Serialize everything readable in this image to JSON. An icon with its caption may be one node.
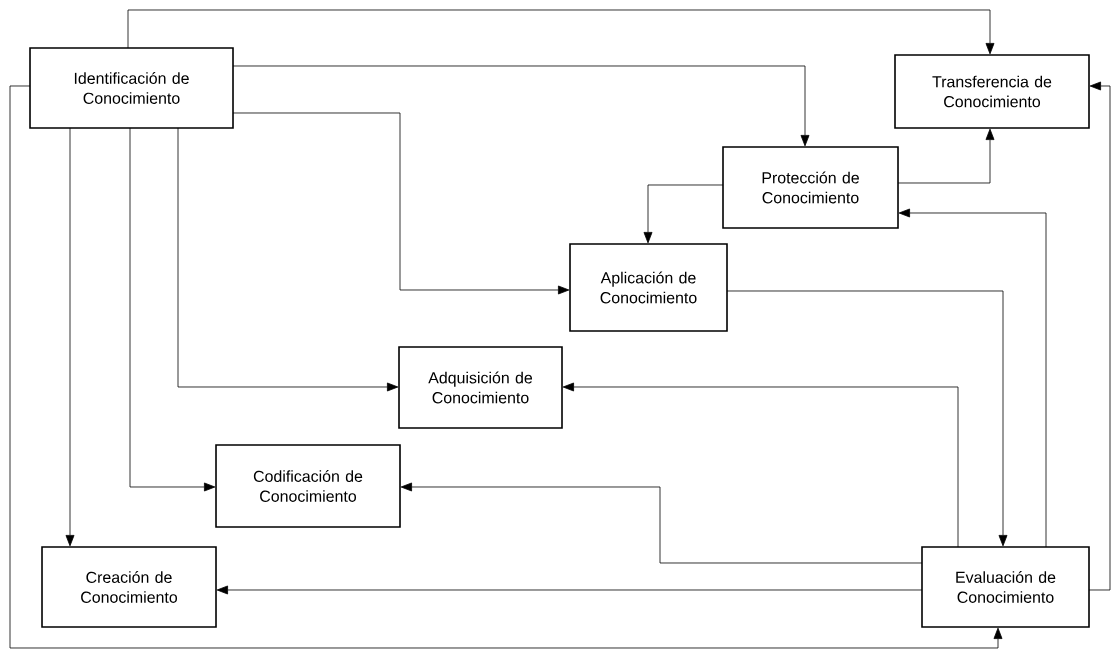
{
  "diagram": {
    "nodes": [
      {
        "text": [
          "Identificación de Conocimiento"
        ]
      },
      {
        "text": [
          "Transferencia de Conocimiento"
        ]
      },
      {
        "text": [
          "Protección de Conocimiento"
        ]
      },
      {
        "text": [
          "Aplicación de Conocimiento"
        ]
      },
      {
        "text": [
          "Adquisición de Conocimiento"
        ]
      },
      {
        "text": [
          "Codificación de Conocimiento"
        ]
      },
      {
        "text": [
          "Creación de Conocimiento"
        ]
      },
      {
        "text": [
          "Evaluación de Conocimiento"
        ]
      }
    ],
    "edges": [
      {
        "from": 0,
        "to": 1,
        "arrow": "to"
      },
      {
        "from": 0,
        "to": 2,
        "arrow": "to"
      },
      {
        "from": 0,
        "to": 3,
        "arrow": "to"
      },
      {
        "from": 0,
        "to": 4,
        "arrow": "to"
      },
      {
        "from": 0,
        "to": 5,
        "arrow": "to"
      },
      {
        "from": 0,
        "to": 6,
        "arrow": "to"
      },
      {
        "from": 0,
        "to": 7,
        "arrow": "to"
      },
      {
        "from": 2,
        "to": 1,
        "arrow": "to"
      },
      {
        "from": 2,
        "to": 3,
        "arrow": "to"
      },
      {
        "from": 3,
        "to": 7,
        "arrow": "to"
      },
      {
        "from": 7,
        "to": 4,
        "arrow": "to"
      },
      {
        "from": 7,
        "to": 5,
        "arrow": "to"
      },
      {
        "from": 7,
        "to": 6,
        "arrow": "to"
      },
      {
        "from": 7,
        "to": 2,
        "arrow": "to"
      },
      {
        "from": 7,
        "to": 1,
        "arrow": "to"
      }
    ]
  }
}
